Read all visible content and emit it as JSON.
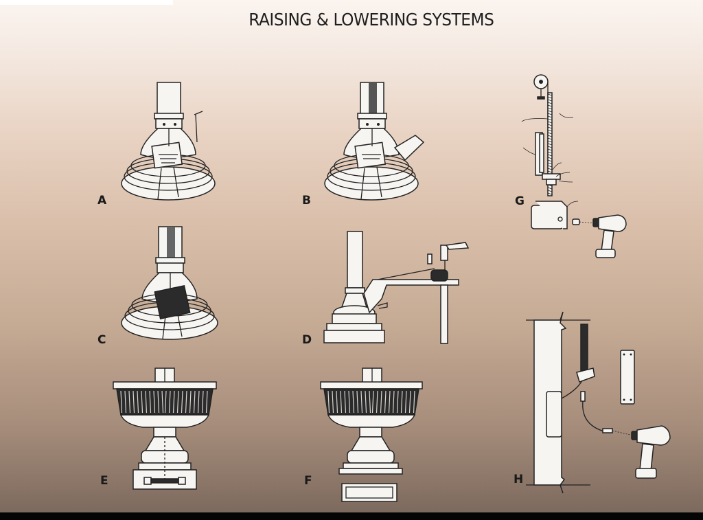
{
  "slide": {
    "title": "RAISING & LOWERING SYSTEMS"
  },
  "figures": [
    {
      "label": "A",
      "depicts": "pole-top lamp bracket with hand crank"
    },
    {
      "label": "B",
      "depicts": "pole-top lamp bracket with clamped winch"
    },
    {
      "label": "C",
      "depicts": "pole-top lamp bracket with cover plate"
    },
    {
      "label": "D",
      "depicts": "pole base with lowering arm and drill-driven winch on stand"
    },
    {
      "label": "E",
      "depicts": "fluted pole base with access door"
    },
    {
      "label": "F",
      "depicts": "fluted pole base with removed access panel"
    },
    {
      "label": "G",
      "depicts": "threaded rod lift with gearbox and power drill"
    },
    {
      "label": "H",
      "depicts": "pole cutaway with internal winch, flex shaft and power drill"
    }
  ],
  "colors": {
    "background_top": "#fbf4ef",
    "background_bottom": "#7d6a5e",
    "line_art": "#222222"
  }
}
